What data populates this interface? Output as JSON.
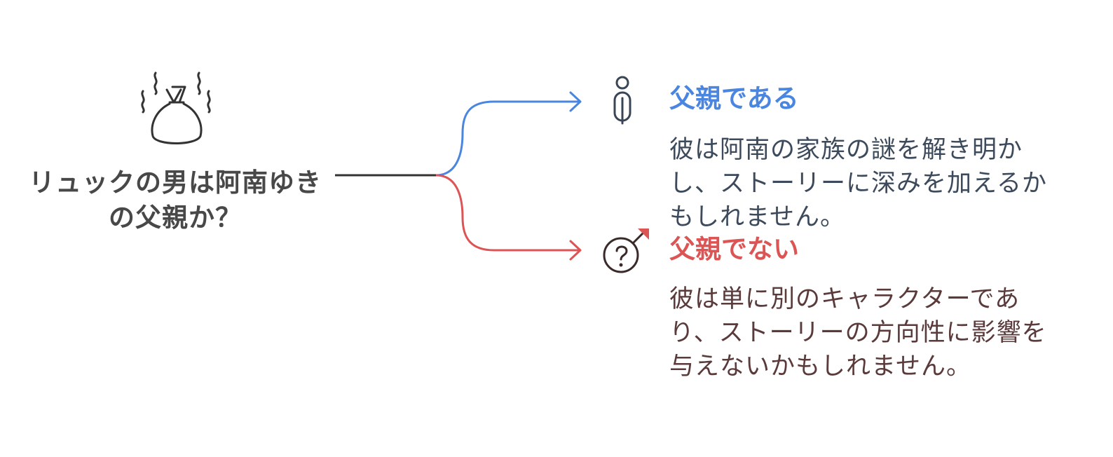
{
  "root": {
    "question": "リュックの男は阿南ゆきの父親か？",
    "icon": "smelly-bag-icon"
  },
  "branches": [
    {
      "title": "父親である",
      "description": "彼は阿南の家族の謎を解き明かし、ストーリーに深みを加えるかもしれません。",
      "icon": "person-icon",
      "color": "#4a86e0"
    },
    {
      "title": "父親でない",
      "description": "彼は単に別のキャラクターであり、ストーリーの方向性に影響を与えないかもしれません。",
      "icon": "male-question-icon",
      "color": "#dc5454"
    }
  ],
  "colors": {
    "root_text": "#484848",
    "trunk_line": "#333333",
    "yes_desc_text": "#3c4a5c",
    "no_desc_text": "#5a3a3a"
  }
}
